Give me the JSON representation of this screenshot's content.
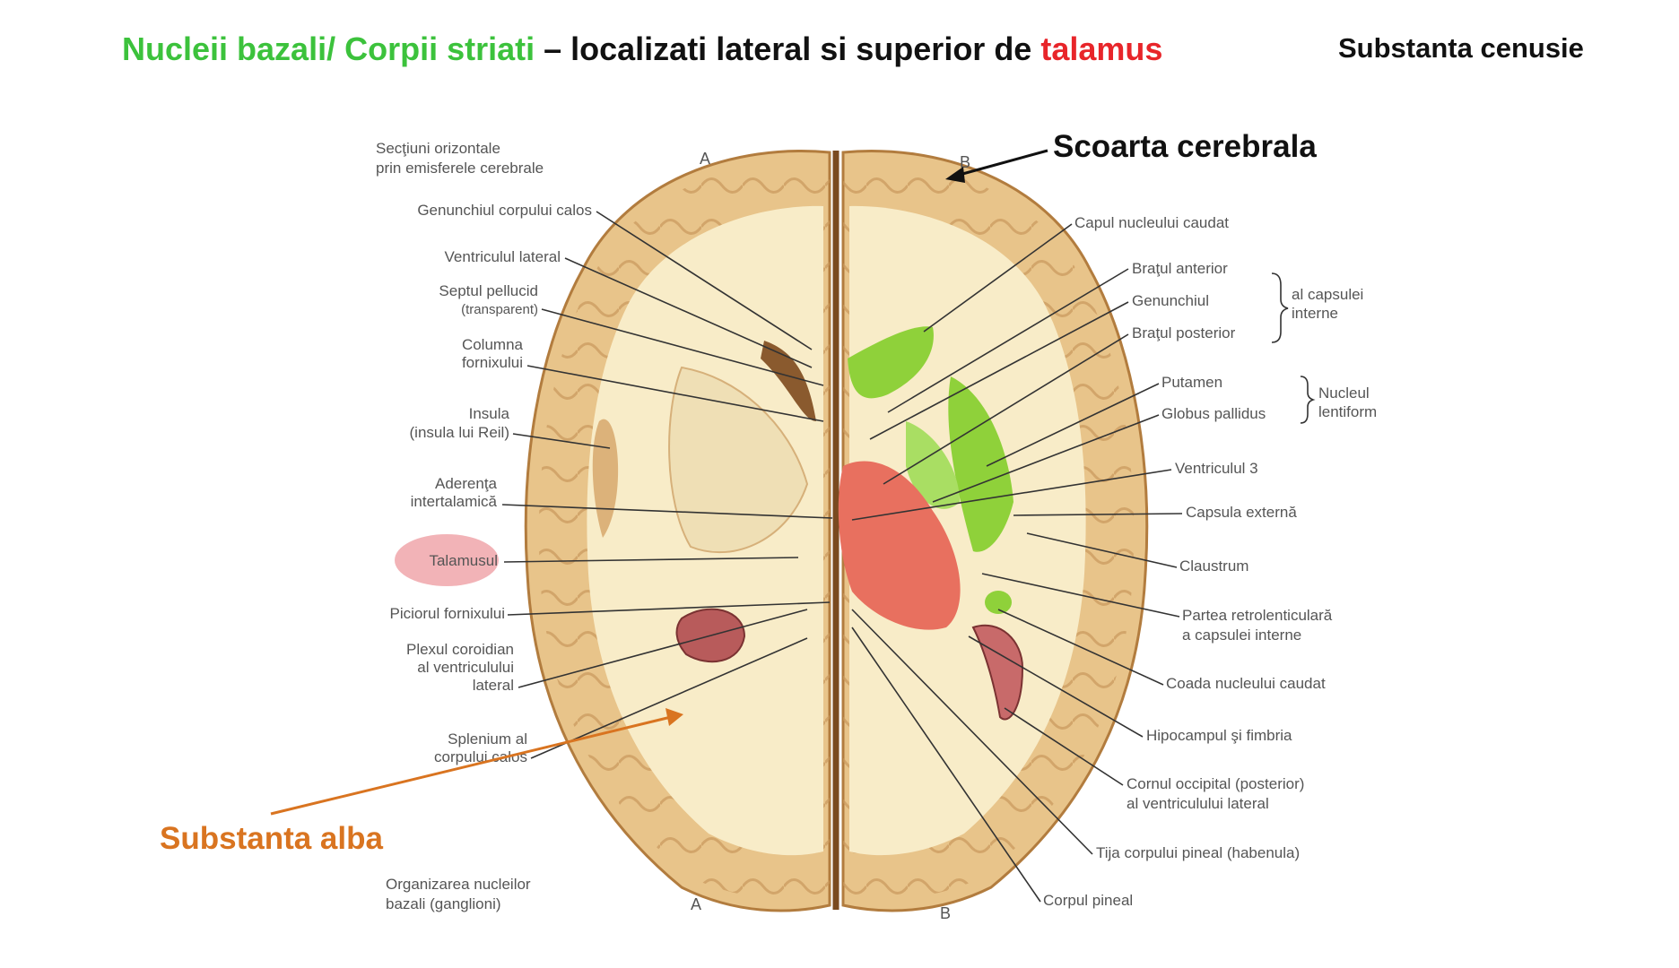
{
  "title": {
    "part1": "Nucleii bazali/ Corpii striati",
    "part2": " – localizati lateral si superior de ",
    "part3": "talamus"
  },
  "corner_label": "Substanta cenusie",
  "callouts": {
    "scoarta": "Scoarta cerebrala",
    "alba": "Substanta alba"
  },
  "figure": {
    "caption_top": [
      "Secţiuni orizontale",
      "prin emisferele cerebrale"
    ],
    "caption_bottom": [
      "Organizarea nucleilor",
      "bazali (ganglioni)"
    ],
    "section_letters": [
      "A",
      "B",
      "A",
      "B"
    ],
    "left_labels": [
      [
        "Genunchiul corpului calos"
      ],
      [
        "Ventriculul lateral"
      ],
      [
        "Septul pellucid",
        "(transparent)"
      ],
      [
        "Columna",
        "fornixului"
      ],
      [
        "Insula",
        "(insula lui Reil)"
      ],
      [
        "Aderenţa",
        "intertalamică"
      ],
      [
        "Talamusul"
      ],
      [
        "Piciorul fornixului"
      ],
      [
        "Plexul coroidian",
        "al ventriculului",
        "lateral"
      ],
      [
        "Splenium al",
        "corpului calos"
      ]
    ],
    "right_labels": [
      [
        "Capul nucleului caudat"
      ],
      [
        "Braţul anterior"
      ],
      [
        "Genunchiul"
      ],
      [
        "Braţul posterior"
      ],
      [
        "Putamen"
      ],
      [
        "Globus pallidus"
      ],
      [
        "Ventriculul 3"
      ],
      [
        "Capsula externă"
      ],
      [
        "Claustrum"
      ],
      [
        "Partea retrolenticulară",
        "a capsulei interne"
      ],
      [
        "Coada nucleului caudat"
      ],
      [
        "Hipocampul şi fimbria"
      ],
      [
        "Cornul occipital (posterior)",
        "al ventriculului lateral"
      ],
      [
        "Tija corpului pineal (habenula)"
      ],
      [
        "Corpul pineal"
      ]
    ],
    "brace_labels": [
      [
        "al capsulei",
        "interne"
      ],
      [
        "Nucleul",
        "lentiform"
      ]
    ]
  },
  "colors": {
    "green_text": "#3cc23c",
    "red_text": "#e8252a",
    "orange_text": "#d97420",
    "basal_nuclei_green": "#8fd13a",
    "thalamus_red": "#e8705f",
    "white_matter": "#f8ecc8",
    "gray_matter": "#dcb27a"
  }
}
